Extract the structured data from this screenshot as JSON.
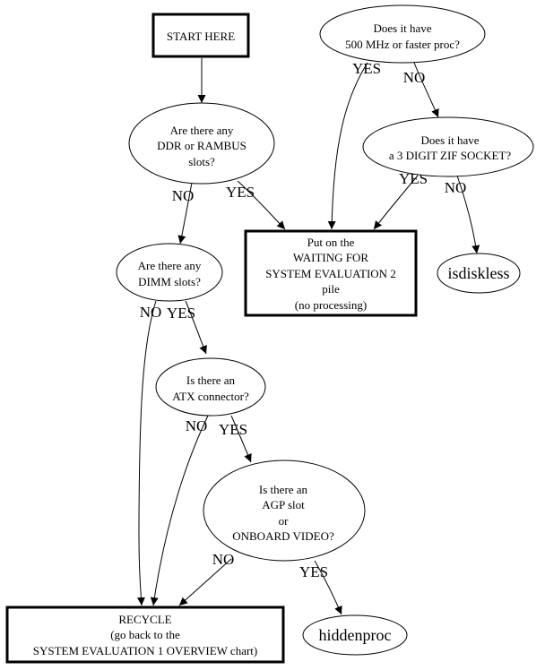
{
  "diagram": {
    "nodes": {
      "start": {
        "shape": "box",
        "lines": [
          "START HERE"
        ]
      },
      "ddr": {
        "shape": "ellipse",
        "lines": [
          "Are there any",
          "DDR or RAMBUS",
          "slots?"
        ]
      },
      "mhz": {
        "shape": "ellipse",
        "lines": [
          "Does it have",
          "500 MHz or faster proc?"
        ]
      },
      "zif": {
        "shape": "ellipse",
        "lines": [
          "Does it have",
          "a 3 DIGIT ZIF SOCKET?"
        ]
      },
      "waiting": {
        "shape": "box",
        "lines": [
          "Put on the",
          "WAITING FOR",
          "SYSTEM EVALUATION 2",
          "pile",
          "(no processing)"
        ]
      },
      "isdiskless": {
        "shape": "ellipse",
        "lines": [
          "isdiskless"
        ]
      },
      "dimm": {
        "shape": "ellipse",
        "lines": [
          "Are there any",
          "DIMM slots?"
        ]
      },
      "atx": {
        "shape": "ellipse",
        "lines": [
          "Is there an",
          "ATX connector?"
        ]
      },
      "agp": {
        "shape": "ellipse",
        "lines": [
          "Is there an",
          "AGP slot",
          "or",
          "ONBOARD VIDEO?"
        ]
      },
      "recycle": {
        "shape": "box",
        "lines": [
          "RECYCLE",
          "(go back to the",
          "SYSTEM EVALUATION 1 OVERVIEW chart)"
        ]
      },
      "hiddenproc": {
        "shape": "ellipse",
        "lines": [
          "hiddenproc"
        ]
      }
    },
    "edges": [
      {
        "from": "start",
        "to": "ddr",
        "label": ""
      },
      {
        "from": "ddr",
        "to": "dimm",
        "label": "NO"
      },
      {
        "from": "ddr",
        "to": "waiting",
        "label": "YES"
      },
      {
        "from": "mhz",
        "to": "waiting",
        "label": "YES"
      },
      {
        "from": "mhz",
        "to": "zif",
        "label": "NO"
      },
      {
        "from": "zif",
        "to": "waiting",
        "label": "YES"
      },
      {
        "from": "zif",
        "to": "isdiskless",
        "label": "NO"
      },
      {
        "from": "dimm",
        "to": "recycle",
        "label": "NO"
      },
      {
        "from": "dimm",
        "to": "atx",
        "label": "YES"
      },
      {
        "from": "atx",
        "to": "recycle",
        "label": "NO"
      },
      {
        "from": "atx",
        "to": "agp",
        "label": "YES"
      },
      {
        "from": "agp",
        "to": "recycle",
        "label": "NO"
      },
      {
        "from": "agp",
        "to": "hiddenproc",
        "label": "YES"
      }
    ]
  }
}
